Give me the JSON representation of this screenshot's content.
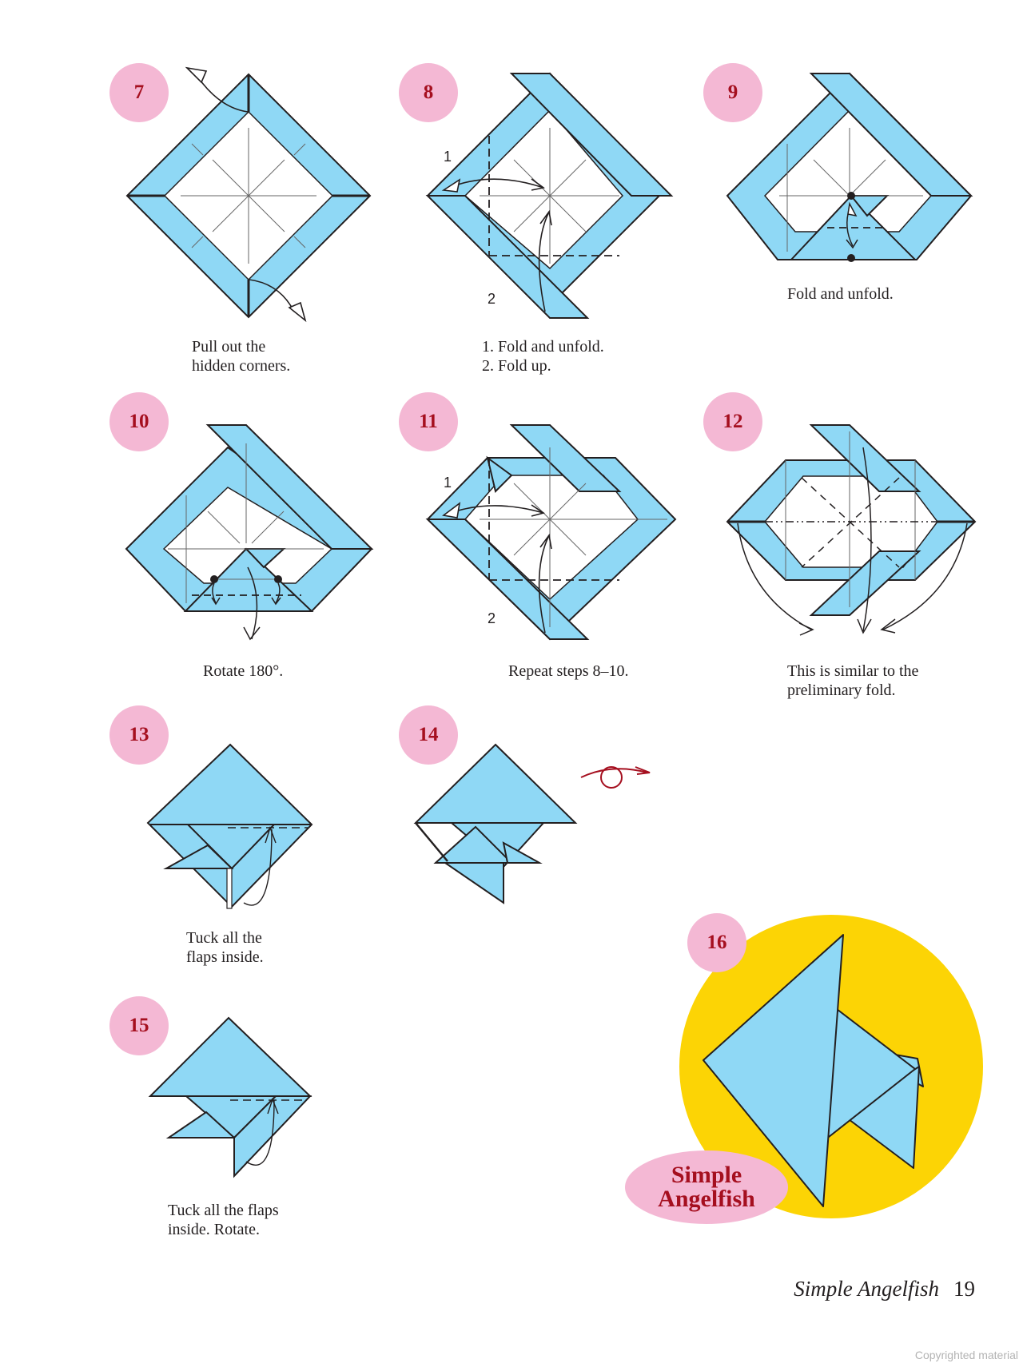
{
  "colors": {
    "paper_blue": "#8fd8f5",
    "badge_pink": "#f4b8d4",
    "badge_text": "#a50f1f",
    "final_circle_yellow": "#fcd405",
    "line": "#231f20"
  },
  "steps": [
    {
      "number": "7",
      "caption_lines": [
        "Pull out the",
        "hidden corners."
      ]
    },
    {
      "number": "8",
      "caption_lines": [
        "1. Fold and unfold.",
        "2. Fold up."
      ],
      "labels": [
        "1",
        "2"
      ]
    },
    {
      "number": "9",
      "caption_lines": [
        "Fold and unfold."
      ]
    },
    {
      "number": "10",
      "caption_lines": [
        "Rotate 180°."
      ]
    },
    {
      "number": "11",
      "caption_lines": [
        "Repeat steps 8–10."
      ],
      "labels": [
        "1",
        "2"
      ]
    },
    {
      "number": "12",
      "caption_lines": [
        "This is similar to the",
        "preliminary fold."
      ]
    },
    {
      "number": "13",
      "caption_lines": [
        "Tuck all the",
        "flaps inside."
      ]
    },
    {
      "number": "14",
      "caption_lines": [],
      "icon": "turn-over-icon"
    },
    {
      "number": "15",
      "caption_lines": [
        "Tuck all the flaps",
        "inside. Rotate."
      ]
    },
    {
      "number": "16",
      "caption_lines": []
    }
  ],
  "final_model": {
    "title_line1": "Simple",
    "title_line2": "Angelfish"
  },
  "footer": {
    "running_title": "Simple Angelfish",
    "page_number": "19",
    "watermark": "Copyrighted material"
  }
}
